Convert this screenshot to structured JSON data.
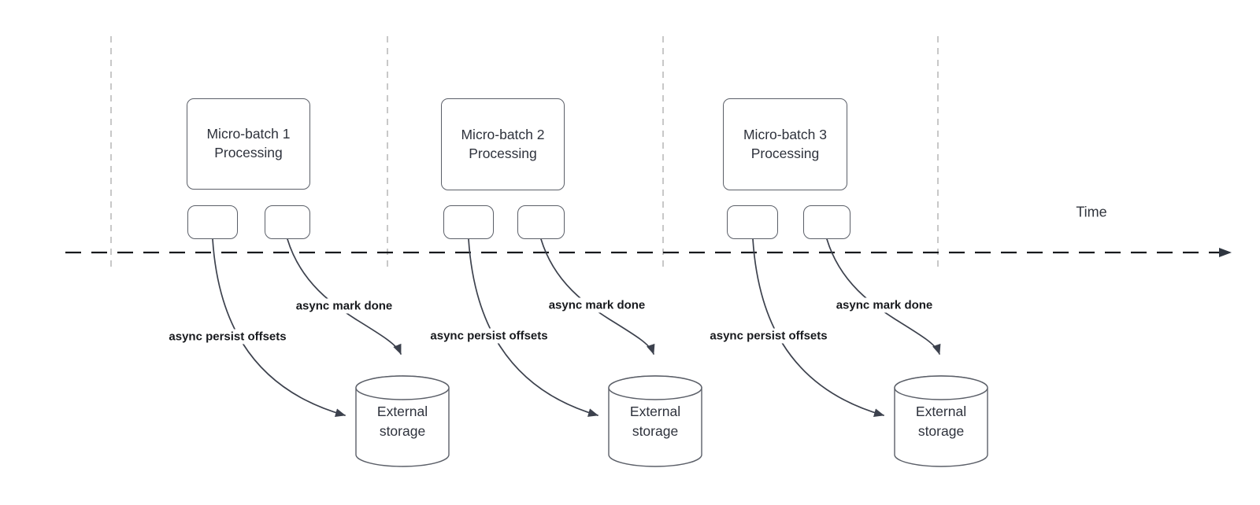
{
  "colors": {
    "background": "#ffffff",
    "shape_stroke": "#5b5f68",
    "arrow": "#3c414d",
    "timeline": "#17191d",
    "guide": "#b5b5b5",
    "box_text": "#2e323c",
    "annotation_text": "#17191d"
  },
  "timeline": {
    "label": "Time"
  },
  "groups": [
    {
      "box_label": "Micro-batch 1\nProcessing",
      "persist_label": "async persist offsets",
      "mark_label": "async mark done",
      "storage_label": "External storage"
    },
    {
      "box_label": "Micro-batch 2\nProcessing",
      "persist_label": "async persist offsets",
      "mark_label": "async mark done",
      "storage_label": "External storage"
    },
    {
      "box_label": "Micro-batch 3\nProcessing",
      "persist_label": "async persist offsets",
      "mark_label": "async mark done",
      "storage_label": "External storage"
    }
  ]
}
